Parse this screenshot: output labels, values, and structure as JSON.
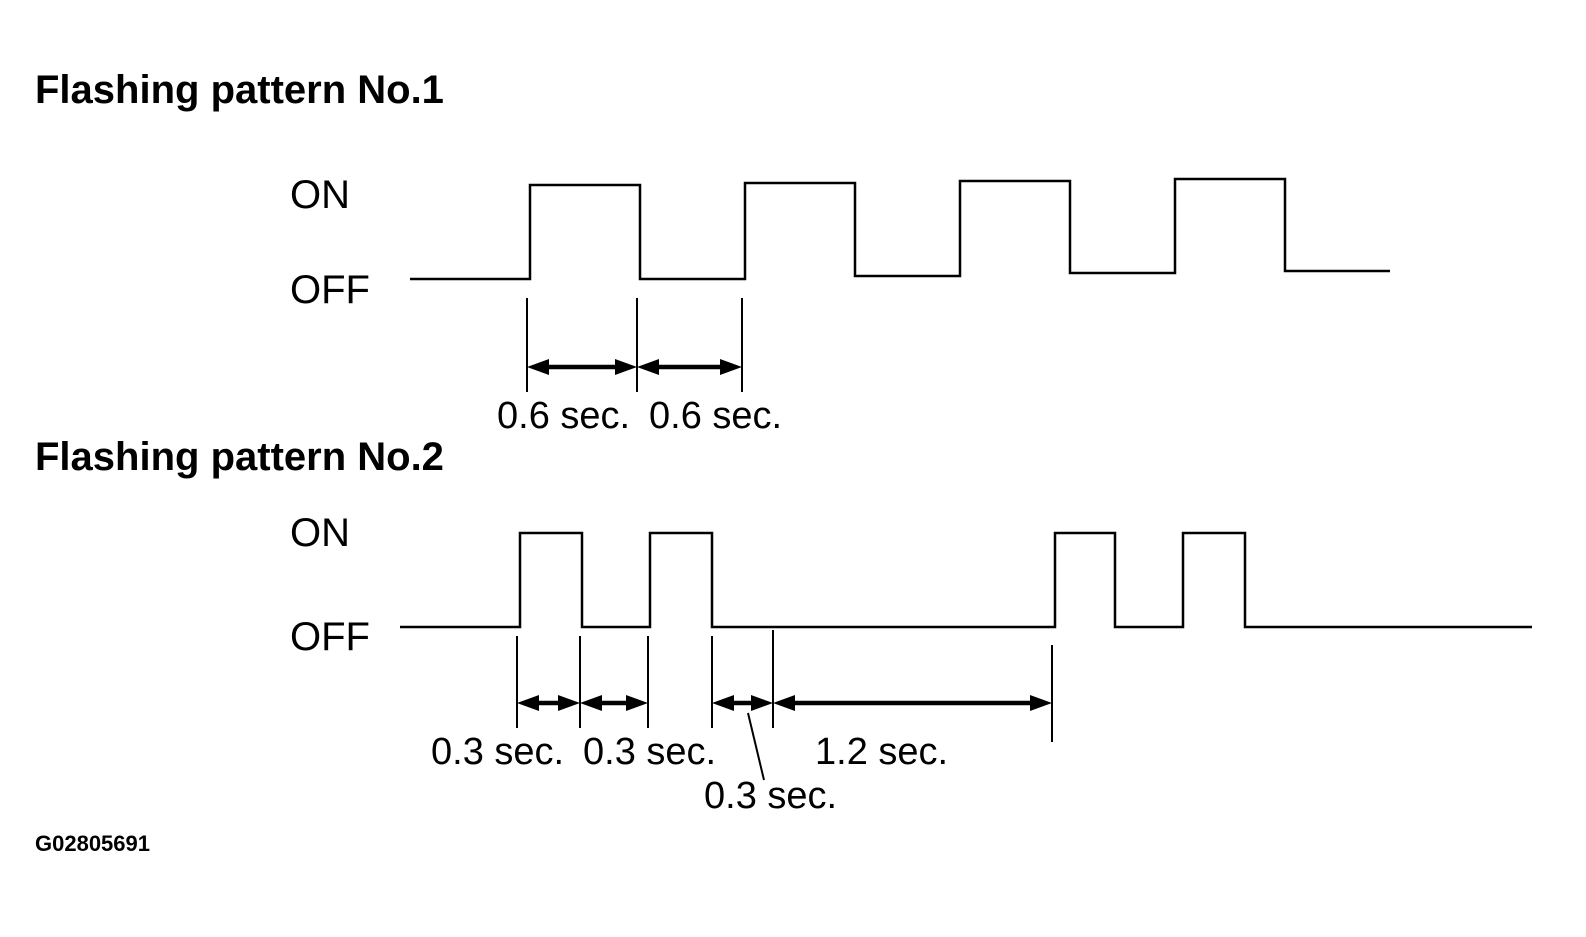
{
  "pattern1": {
    "heading": "Flashing pattern No.1",
    "on_label": "ON",
    "off_label": "OFF",
    "durations": [
      "0.6 sec.",
      "0.6 sec."
    ]
  },
  "pattern2": {
    "heading": "Flashing pattern No.2",
    "on_label": "ON",
    "off_label": "OFF",
    "durations": [
      "0.3 sec.",
      "0.3 sec.",
      "0.3 sec.",
      "1.2 sec."
    ]
  },
  "figure_code": "G02805691"
}
